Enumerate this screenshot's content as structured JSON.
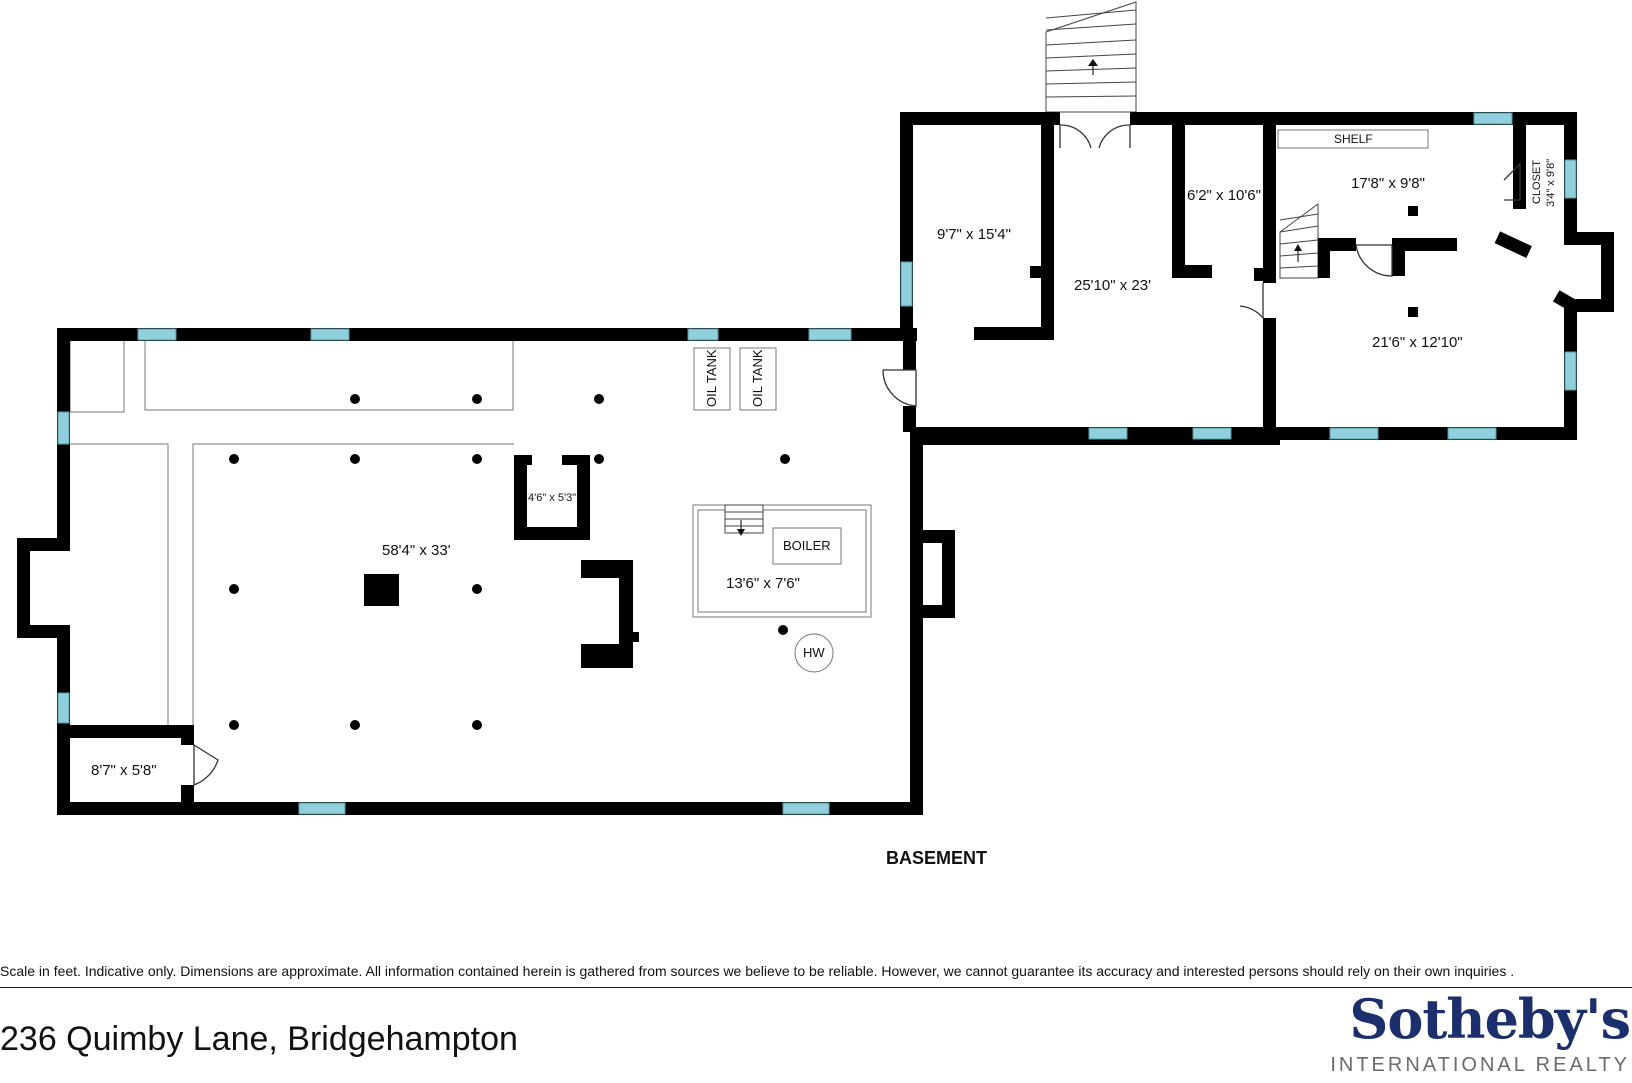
{
  "plan": {
    "floor_label": "BASEMENT",
    "rooms": {
      "main": "58'4\" x 33'",
      "small_box": "4'6\" x 5'3\"",
      "boiler_room": "13'6\" x 7'6\"",
      "corner_room": "8'7\" x 5'8\"",
      "room_a": "9'7\" x 15'4\"",
      "hall": "25'10\" x 23'",
      "room_b": "6'2\" x 10'6\"",
      "room_c": "17'8\" x 9'8\"",
      "room_d": "21'6\" x 12'10\"",
      "closet_name": "CLOSET",
      "closet_dims": "3'4\" x 9'8\""
    },
    "fixtures": {
      "oil_tank_1": "OIL TANK",
      "oil_tank_2": "OIL TANK",
      "boiler": "BOILER",
      "water_heater": "HW",
      "shelf": "SHELF"
    },
    "colors": {
      "wall": "#000000",
      "window": "#8fd0dc"
    }
  },
  "footer": {
    "disclaimer": "Scale in feet. Indicative only. Dimensions are approximate. All information contained herein is gathered from sources we believe to be reliable. However, we cannot guarantee its accuracy and interested persons should rely on their own inquiries .",
    "address": "236 Quimby Lane, Bridgehampton",
    "brand_name": "Sotheby's",
    "brand_sub": "INTERNATIONAL REALTY"
  }
}
